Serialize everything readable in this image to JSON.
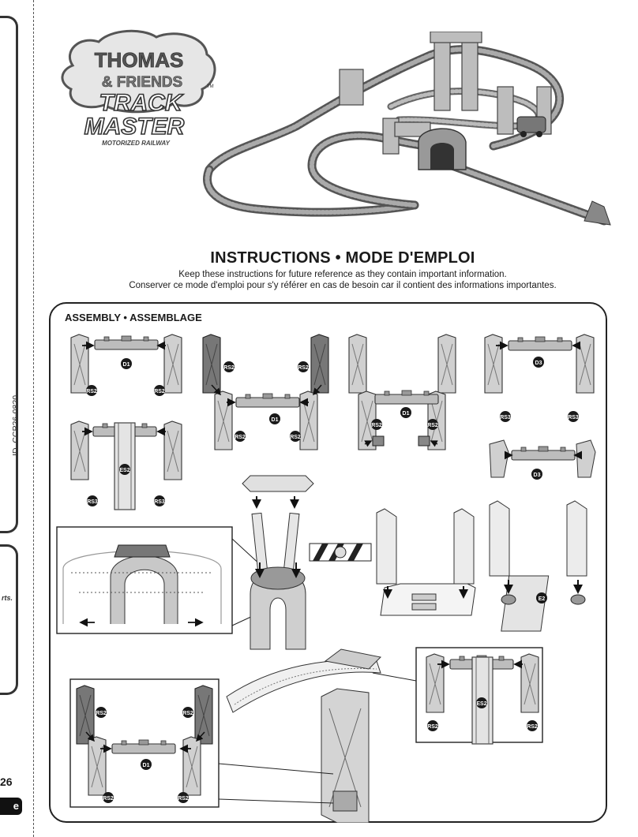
{
  "logo": {
    "line1": "THOMAS",
    "line2": "& FRIENDS",
    "line3": "TRACK",
    "line4": "MASTER",
    "tagline": "MOTORIZED RAILWAY",
    "tm": "TM"
  },
  "header": {
    "title": "INSTRUCTIONS • MODE D'EMPLOI",
    "subtitle_en": "Keep these instructions for future reference as they contain important information.",
    "subtitle_fr": "Conserver ce mode d'emploi pour s'y référer en cas de besoin car il contient des informations importantes."
  },
  "sidebar": {
    "id_text": "ID. CCP26-0820",
    "fragment_text": "rts.",
    "page_number": "26",
    "badge_text": "e"
  },
  "assembly": {
    "heading": "ASSEMBLY • ASSEMBLAGE",
    "part_labels": {
      "d1": "D1",
      "d3": "D3",
      "rs2": "RS2",
      "rs3": "RS3",
      "es2": "ES2",
      "e2": "E2"
    }
  },
  "colors": {
    "border": "#222222",
    "part_light": "#c8c8c8",
    "part_dark": "#7a7a7a",
    "label_bg": "#1a1a1a"
  }
}
